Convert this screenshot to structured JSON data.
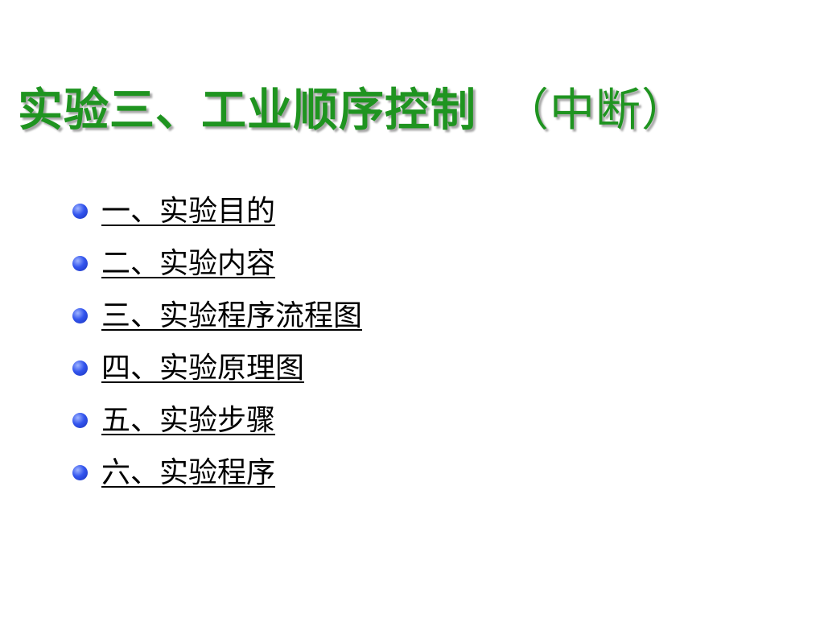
{
  "slide": {
    "title": "实验三、工业顺序控制",
    "title_suffix": "（中断）",
    "colors": {
      "title": "#1f9420",
      "bullet": "#3355ee",
      "text": "#000000"
    },
    "items": [
      {
        "label": "一、实验目的"
      },
      {
        "label": "二、实验内容"
      },
      {
        "label": "三、实验程序流程图"
      },
      {
        "label": "四、实验原理图"
      },
      {
        "label": "五、实验步骤"
      },
      {
        "label": "六、实验程序"
      }
    ]
  }
}
